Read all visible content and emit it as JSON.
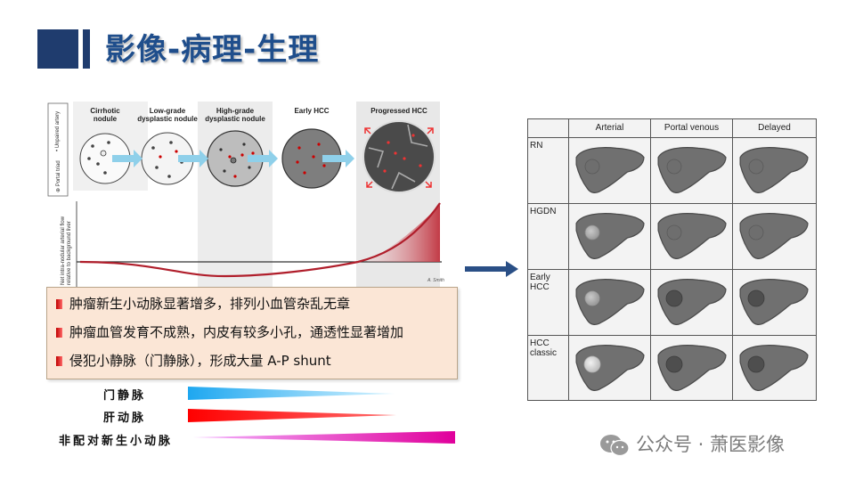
{
  "title": "影像-病理-生理",
  "diagram": {
    "stages": [
      {
        "id": "cirrhotic",
        "line1": "Cirrhotic",
        "line2": "nodule"
      },
      {
        "id": "low-grade",
        "line1": "Low-grade",
        "line2": "dysplastic nodule"
      },
      {
        "id": "high-grade",
        "line1": "High-grade",
        "line2": "dysplastic nodule"
      },
      {
        "id": "early-hcc",
        "line1": "Early HCC",
        "line2": ""
      },
      {
        "id": "progressed-hcc",
        "line1": "Progressed HCC",
        "line2": ""
      }
    ],
    "legend_top": "• Unpaired artery",
    "legend_bottom": "⊕ Portal triad",
    "y_axis_line1": "Net intra-nodular arterial flow",
    "y_axis_line2": "relative to background liver"
  },
  "bullets": [
    "肿瘤新生小动脉显著增多，排列小血管杂乱无章",
    "肿瘤血管发育不成熟，内皮有较多小孔，通透性显著增加",
    "侵犯小静脉（门静脉），形成大量 A-P shunt"
  ],
  "wedges": [
    {
      "label": "门静脉",
      "color_start": "#1ea7f0",
      "color_end": "#d6f3ff",
      "direction": "decreasing"
    },
    {
      "label": "肝动脉",
      "color_start": "#ff0000",
      "color_end": "#ff6b6b",
      "direction": "decreasing"
    },
    {
      "label": "非配对新生小动脉",
      "color_start": "#f3b3ff",
      "color_end": "#e0009b",
      "direction": "increasing"
    }
  ],
  "table": {
    "columns": [
      "Arterial",
      "Portal venous",
      "Delayed"
    ],
    "rows": [
      {
        "label_line1": "RN",
        "label_line2": "",
        "arterial": "iso",
        "portal": "iso",
        "delayed": "iso"
      },
      {
        "label_line1": "HGDN",
        "label_line2": "",
        "arterial": "mild-bright",
        "portal": "iso",
        "delayed": "iso"
      },
      {
        "label_line1": "Early HCC",
        "label_line2": "",
        "arterial": "bright",
        "portal": "dark",
        "delayed": "dark"
      },
      {
        "label_line1": "HCC",
        "label_line2": "classic",
        "arterial": "very-bright",
        "portal": "dark",
        "delayed": "dark"
      }
    ]
  },
  "watermark": "公众号 · 萧医影像",
  "colors": {
    "title_blue": "#1f4e8c",
    "title_bar": "#1f3c6e",
    "arrow_blue": "#2a4f86",
    "bullet_box_bg": "#fbe6d6",
    "curve": "#b01e2b"
  }
}
